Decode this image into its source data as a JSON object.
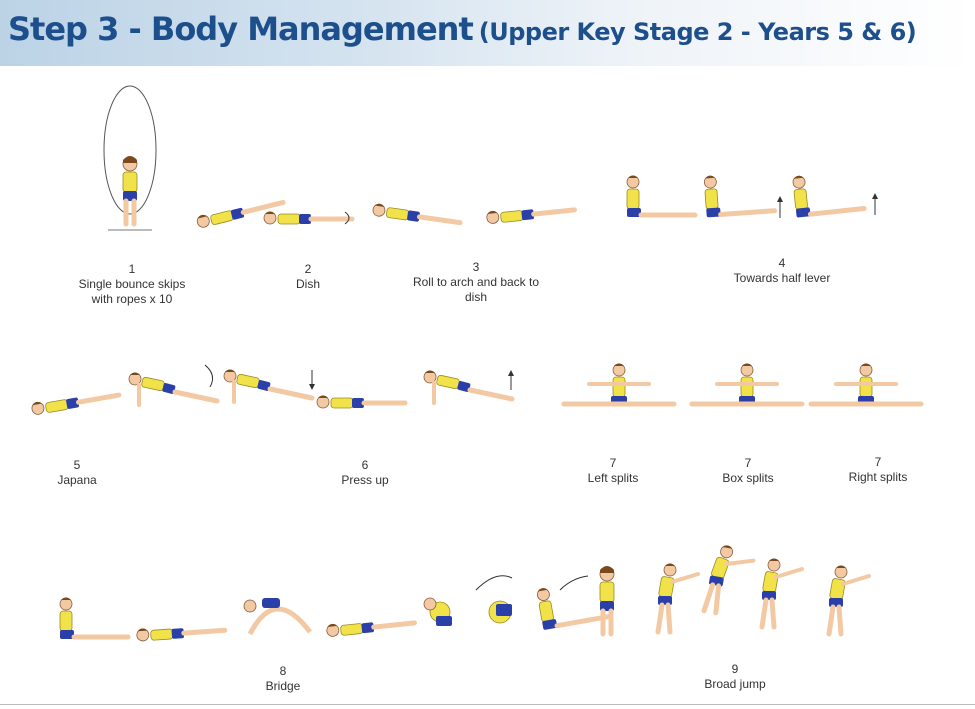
{
  "header": {
    "title": "Step 3 - Body Management",
    "subtitle": "(Upper Key Stage 2 - Years 5 & 6)"
  },
  "exercises": [
    {
      "number": "1",
      "label": "Single bounce skips with ropes x 10"
    },
    {
      "number": "2",
      "label": "Dish"
    },
    {
      "number": "3",
      "label": "Roll to arch and back to dish"
    },
    {
      "number": "4",
      "label": "Towards half lever"
    },
    {
      "number": "5",
      "label": "Japana"
    },
    {
      "number": "6",
      "label": "Press up"
    },
    {
      "number": "7",
      "label": "Left splits"
    },
    {
      "number": "7",
      "label": "Box splits"
    },
    {
      "number": "7",
      "label": "Right splits"
    },
    {
      "number": "8",
      "label": "Bridge"
    },
    {
      "number": "9",
      "label": "Broad jump"
    }
  ],
  "colors": {
    "title": "#1d4f8c",
    "leotard_top": "#f2e24a",
    "leotard_shorts": "#2b3fa8",
    "skin": "#f3c9a4",
    "hair": "#7a4a1e"
  }
}
